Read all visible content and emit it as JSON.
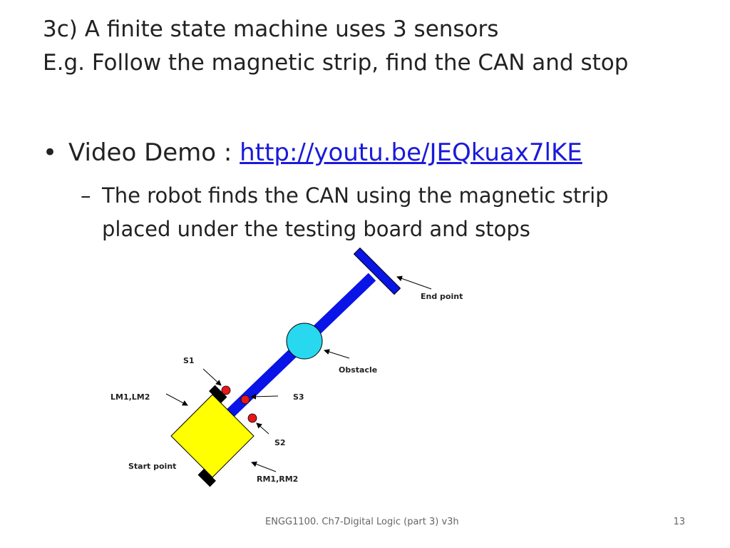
{
  "slide": {
    "title_line1": "3c) A finite state machine uses 3 sensors",
    "title_line2": "E.g. Follow the magnetic strip, find the CAN and stop",
    "bullet_marker": "•",
    "bullet_prefix": "Video Demo : ",
    "bullet_link": "http://youtu.be/JEQkuax7lKE",
    "sub_dash": "–",
    "sub_line1": "The robot finds the CAN using the magnetic strip",
    "sub_line2": "placed under the testing board  and stops"
  },
  "diagram": {
    "labels": {
      "end_point": "End point",
      "obstacle": "Obstacle",
      "s1": "S1",
      "s2": "S2",
      "s3": "S3",
      "left_motors": "LM1,LM2",
      "right_motors": "RM1,RM2",
      "start_point": "Start point"
    },
    "colors": {
      "strip": "#0a14e6",
      "obstacle": "#28d8ee",
      "robot": "#ffff00",
      "sensor": "#e31818",
      "wheel": "#000000"
    }
  },
  "footer": {
    "course": "ENGG1100. Ch7-Digital Logic (part 3) v3h",
    "page": "13"
  }
}
